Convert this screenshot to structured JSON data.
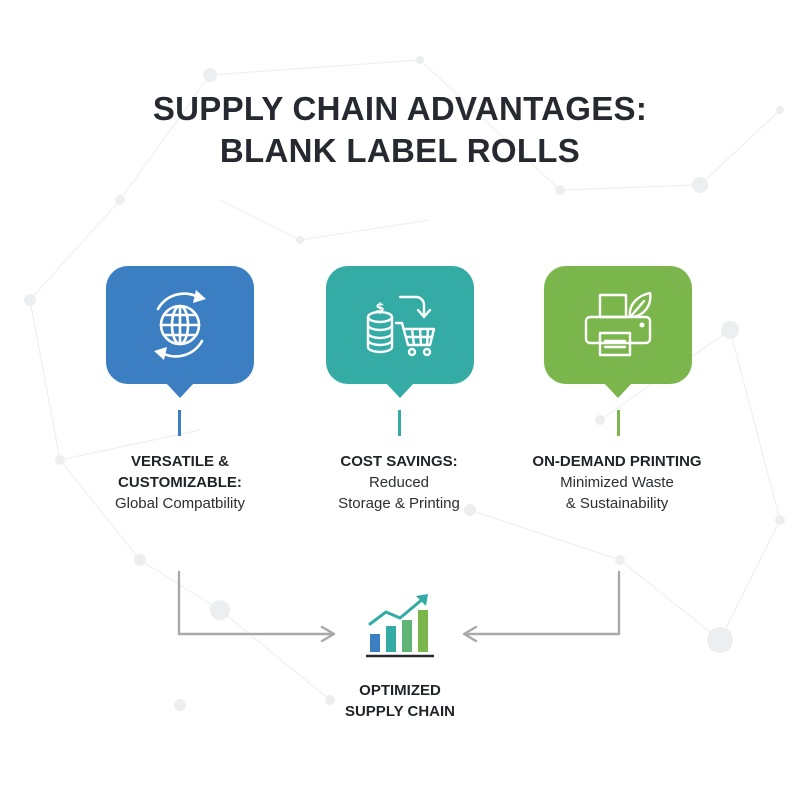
{
  "title": {
    "line1": "SUPPLY CHAIN ADVANTAGES:",
    "line2": "BLANK LABEL ROLLS"
  },
  "colors": {
    "blue": "#3b7fc2",
    "teal": "#35aba5",
    "green": "#7bb64c",
    "arrow": "#a7a9ac",
    "text": "#1f2328"
  },
  "advantages": [
    {
      "icon": "globe-cycle-icon",
      "heading_lines": [
        "VERSATILE &",
        "CUSTOMIZABLE:"
      ],
      "detail_lines": [
        "Global Compatbility"
      ]
    },
    {
      "icon": "coins-cart-icon",
      "heading_lines": [
        "COST SAVINGS:"
      ],
      "detail_lines": [
        "Reduced",
        "Storage & Printing"
      ]
    },
    {
      "icon": "printer-leaf-icon",
      "heading_lines": [
        "ON-DEMAND PRINTING"
      ],
      "detail_lines": [
        "Minimized Waste",
        "& Sustainability"
      ]
    }
  ],
  "result": {
    "icon": "growth-chart-icon",
    "lines": [
      "OPTIMIZED",
      "SUPPLY CHAIN"
    ]
  }
}
